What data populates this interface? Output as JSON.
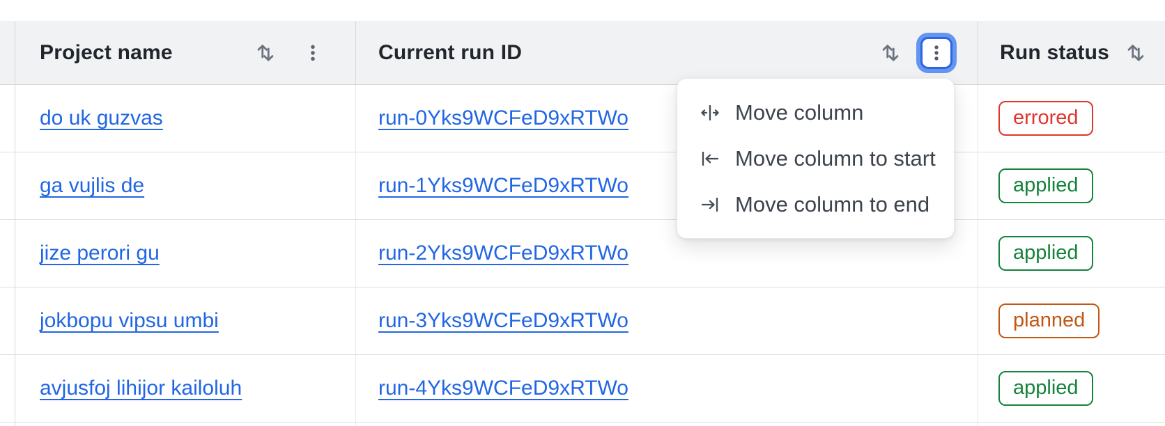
{
  "table": {
    "columns": [
      {
        "label": "Project name",
        "icons": [
          "sort-icon",
          "kebab-icon"
        ]
      },
      {
        "label": "Current run ID",
        "icons": [
          "sort-icon",
          "kebab-icon-focused"
        ]
      },
      {
        "label": "Run status",
        "icons": [
          "sort-icon"
        ]
      }
    ],
    "rows": [
      {
        "project": "do uk guzvas",
        "run_id": "run-0Yks9WCFeD9xRTWo",
        "status": "errored"
      },
      {
        "project": "ga vujlis de",
        "run_id": "run-1Yks9WCFeD9xRTWo",
        "status": "applied"
      },
      {
        "project": "jize perori gu",
        "run_id": "run-2Yks9WCFeD9xRTWo",
        "status": "applied"
      },
      {
        "project": "jokbopu vipsu umbi",
        "run_id": "run-3Yks9WCFeD9xRTWo",
        "status": "planned"
      },
      {
        "project": "avjusfoj lihijor kailoluh",
        "run_id": "run-4Yks9WCFeD9xRTWo",
        "status": "applied"
      }
    ]
  },
  "column_menu": {
    "items": [
      {
        "label": "Move column",
        "icon": "move-column-icon"
      },
      {
        "label": "Move column to start",
        "icon": "move-column-start-icon"
      },
      {
        "label": "Move column to end",
        "icon": "move-column-end-icon"
      }
    ]
  },
  "colors": {
    "link_blue": "#2166e4",
    "header_bg": "#f1f2f4",
    "focus_ring_outer": "#6595ef",
    "focus_ring_border": "#2b66e3",
    "status_errored": "#df352e",
    "status_applied": "#15833b",
    "status_planned": "#c05712"
  }
}
